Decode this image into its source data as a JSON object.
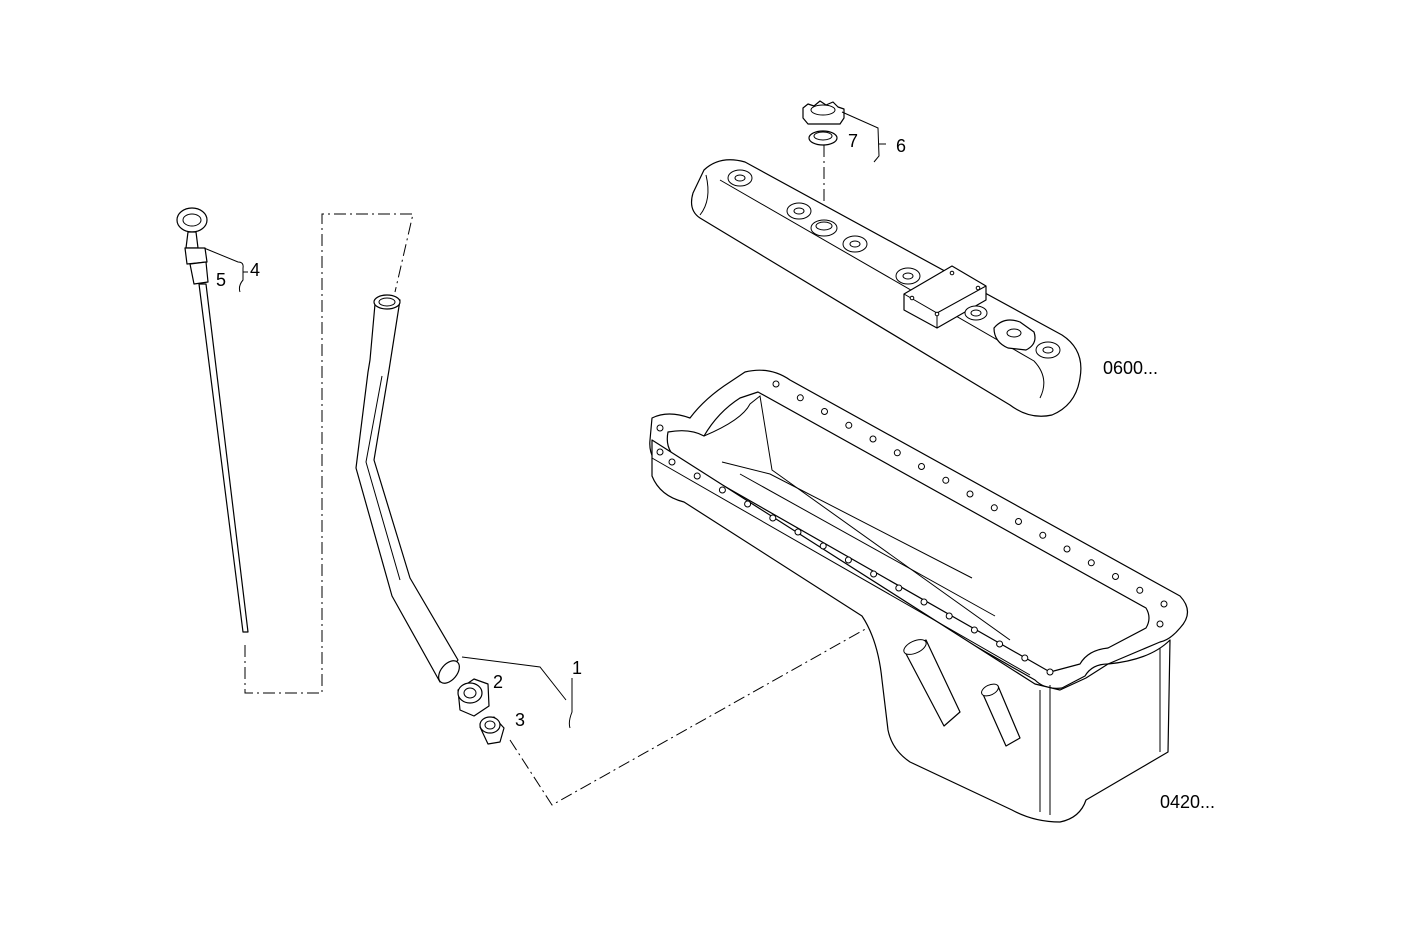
{
  "callouts": [
    {
      "id": "1",
      "text": "1"
    },
    {
      "id": "2",
      "text": "2"
    },
    {
      "id": "3",
      "text": "3"
    },
    {
      "id": "4",
      "text": "4"
    },
    {
      "id": "5",
      "text": "5"
    },
    {
      "id": "6",
      "text": "6"
    },
    {
      "id": "7",
      "text": "7"
    }
  ],
  "references": {
    "rocker_cover": "0600...",
    "oil_pan": "0420..."
  },
  "colors": {
    "line": "#000000",
    "background": "#ffffff"
  }
}
